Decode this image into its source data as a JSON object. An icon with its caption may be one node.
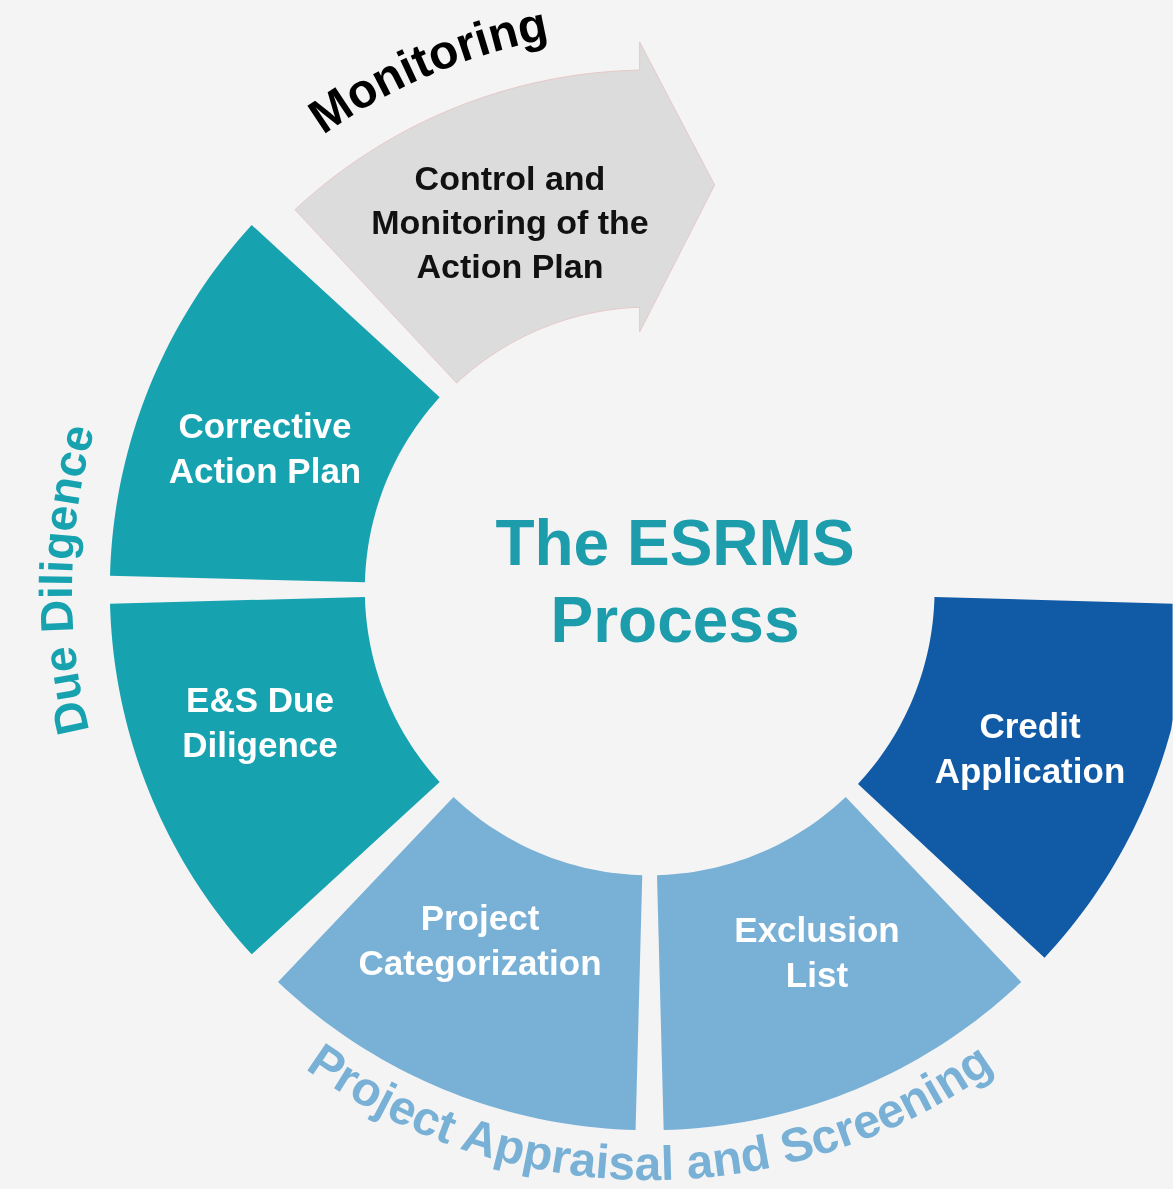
{
  "diagram": {
    "title": "The ESRMS Process",
    "nodes": [
      {
        "text": [
          "Control and Monitoring of the Action Plan"
        ]
      },
      {
        "text": [
          "Corrective Action Plan"
        ]
      },
      {
        "text": [
          "E&S Due Diligence"
        ]
      },
      {
        "text": [
          "Credit Application"
        ]
      },
      {
        "text": [
          "Project Categorization"
        ]
      },
      {
        "text": [
          "Exclusion List"
        ]
      }
    ],
    "labels": [
      "Monitoring",
      "Due Diligence",
      "Project Appraisal and Screening"
    ]
  }
}
